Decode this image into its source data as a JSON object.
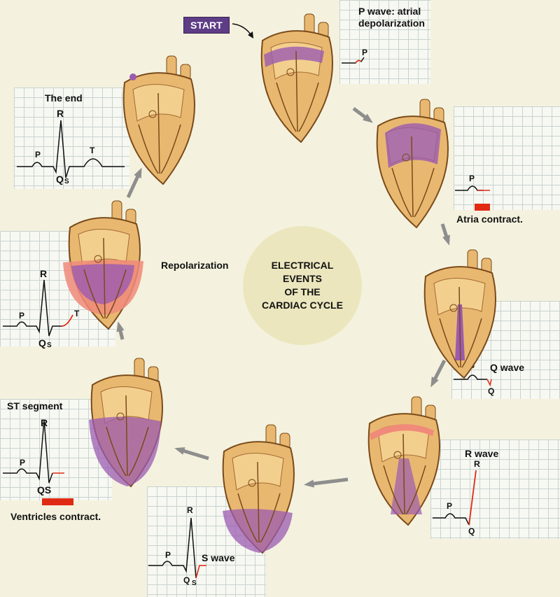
{
  "title": "ELECTRICAL EVENTS OF THE CARDIAC CYCLE",
  "title_lines": [
    "ELECTRICAL",
    "EVENTS",
    "OF THE",
    "CARDIAC CYCLE"
  ],
  "start_label": "START",
  "steps": {
    "p_wave": {
      "label_line1": "P wave: atrial",
      "label_line2": "depolarization",
      "waves": [
        "P"
      ]
    },
    "atria_contract": {
      "label": "Atria contract.",
      "waves": [
        "P"
      ]
    },
    "q_wave": {
      "label": "Q wave",
      "waves": [
        "P",
        "Q"
      ]
    },
    "r_wave": {
      "label": "R wave",
      "waves": [
        "P",
        "R",
        "Q"
      ]
    },
    "s_wave": {
      "label": "S wave",
      "waves": [
        "P",
        "R",
        "Q",
        "S"
      ]
    },
    "st_segment": {
      "label": "ST segment",
      "sublabel": "Ventricles contract.",
      "waves": [
        "R",
        "P",
        "QS"
      ]
    },
    "repolarization": {
      "label": "Repolarization",
      "waves": [
        "R",
        "P",
        "T",
        "Q",
        "S"
      ]
    },
    "the_end": {
      "label": "The end",
      "waves": [
        "R",
        "P",
        "T",
        "Q",
        "S"
      ]
    }
  },
  "colors": {
    "background": "#f4f2de",
    "depolarized": "#9b5bb0",
    "repolarized": "#f08a7a",
    "heart": "#e9b870",
    "accent_red": "#e02a14",
    "start_bg": "#5e3d86"
  }
}
